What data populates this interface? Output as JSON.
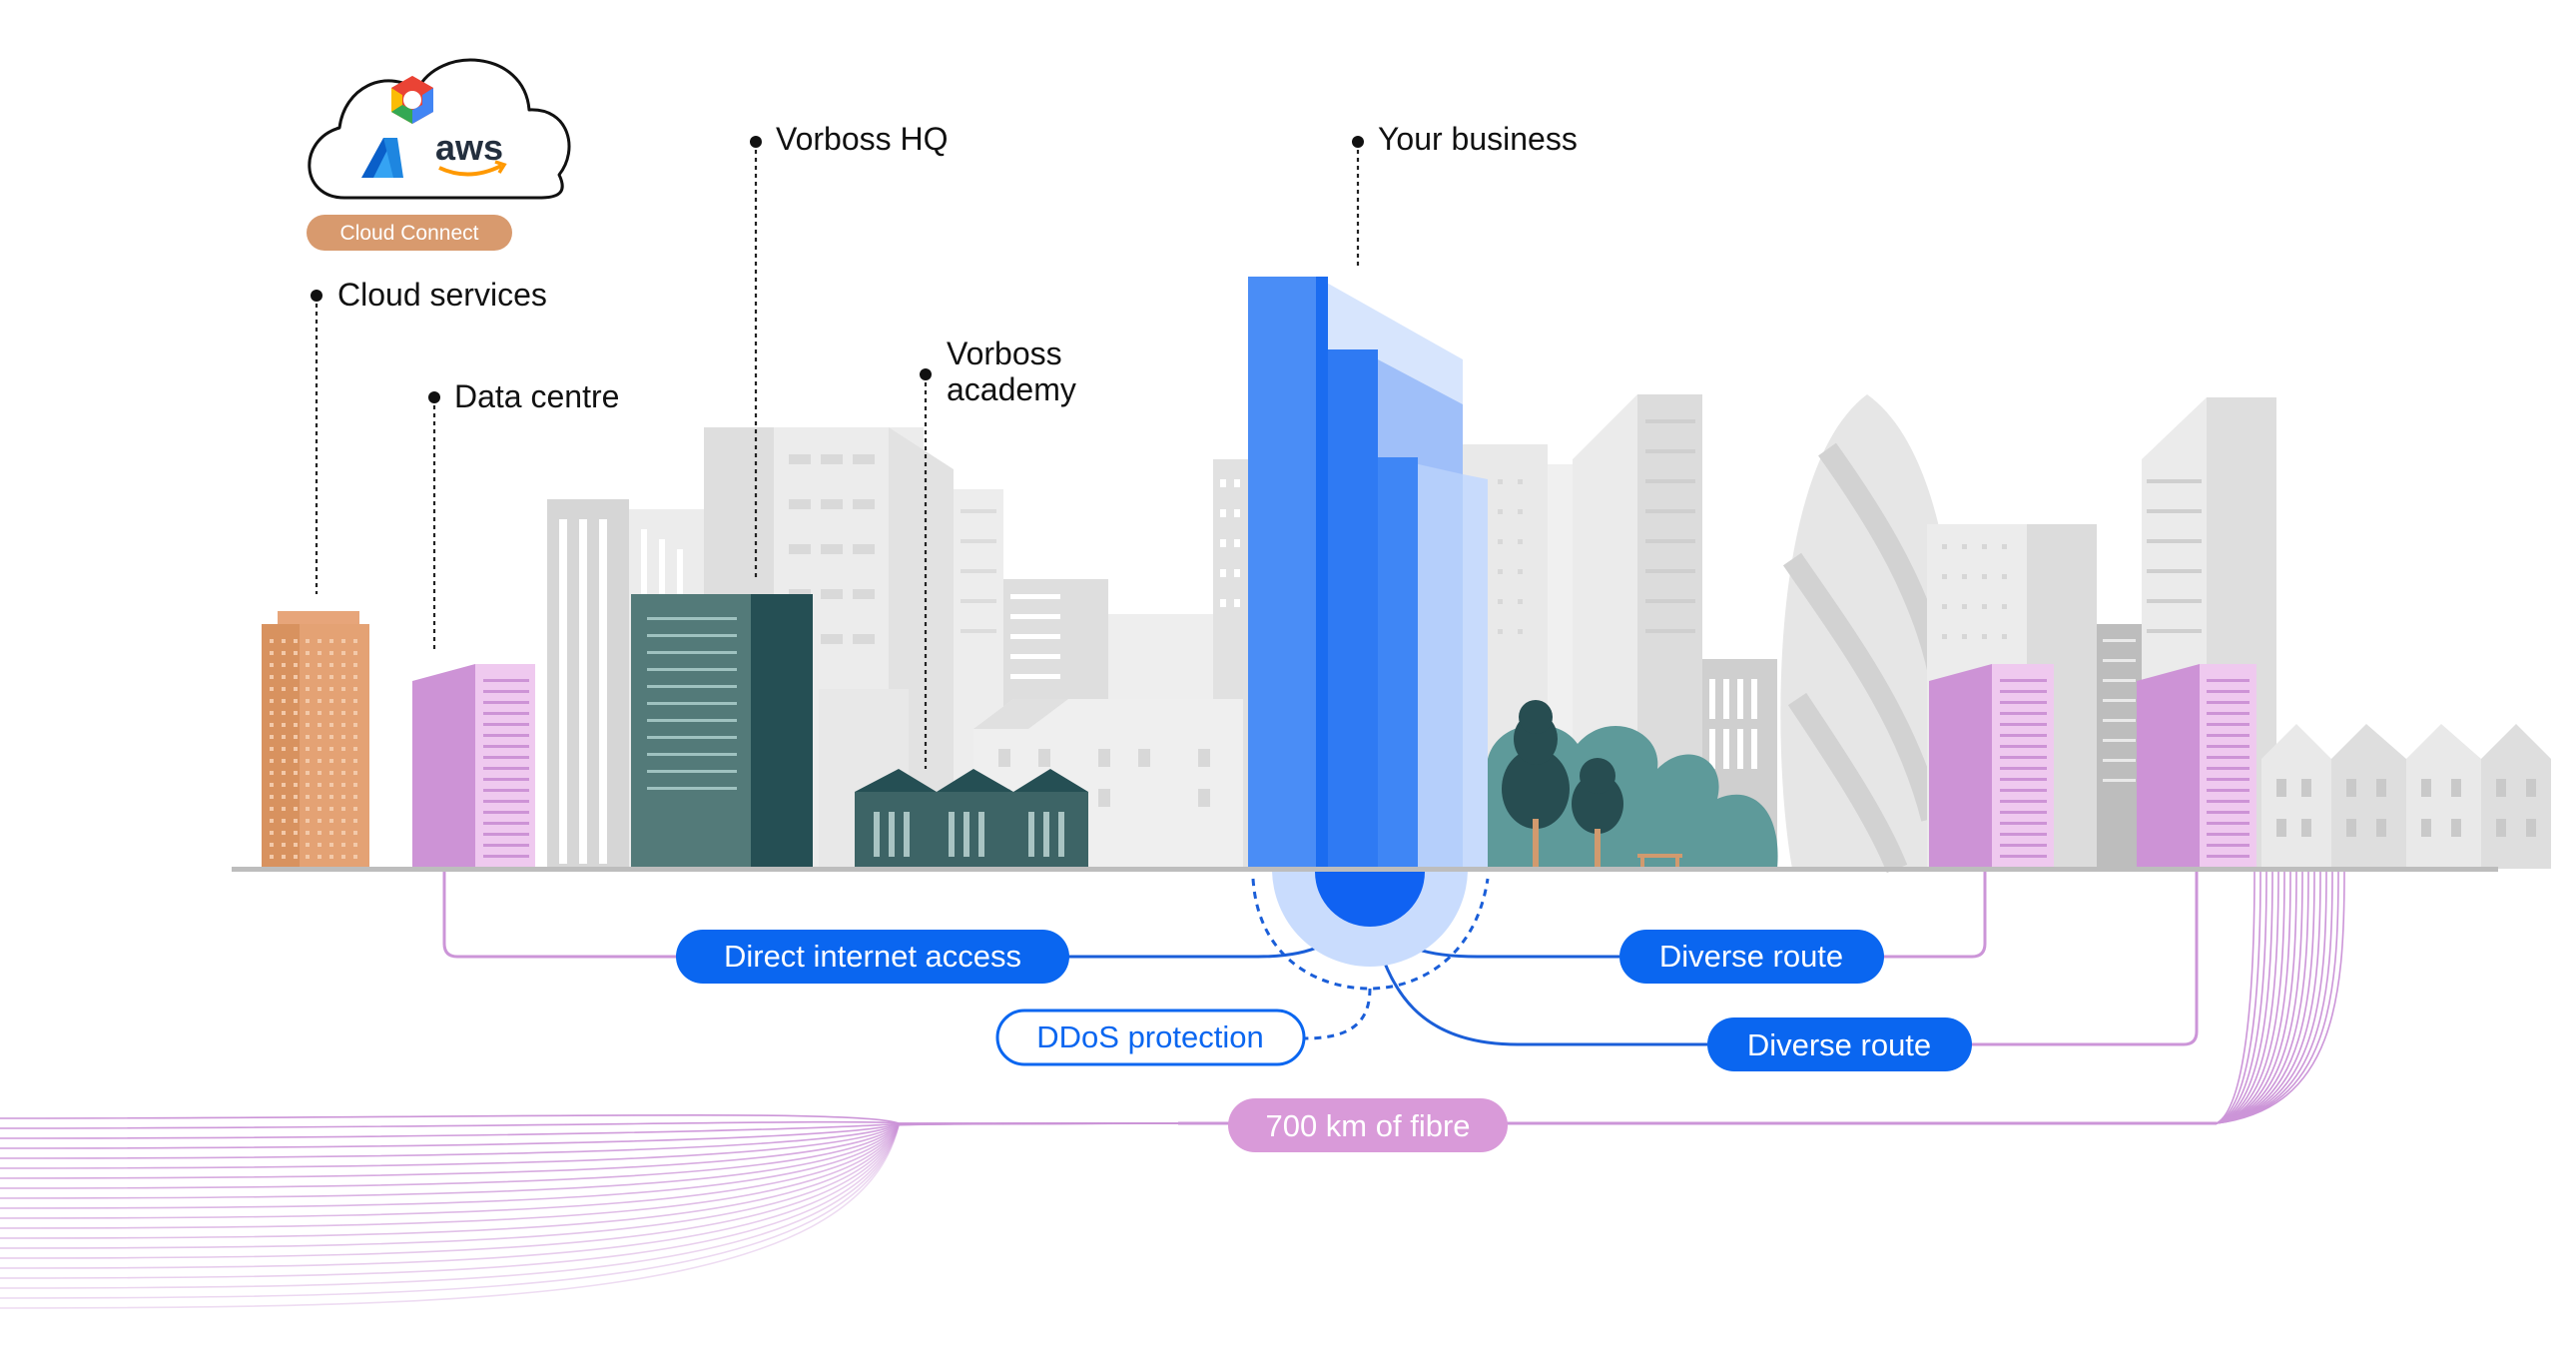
{
  "callouts": {
    "cloud_connect_badge": "Cloud Connect",
    "cloud_services": "Cloud services",
    "data_centre": "Data centre",
    "vorboss_hq": "Vorboss HQ",
    "vorboss_academy_line1": "Vorboss",
    "vorboss_academy_line2": "academy",
    "your_business": "Your business"
  },
  "routes": {
    "direct_internet_access": "Direct internet access",
    "ddos_protection": "DDoS protection",
    "diverse_route_1": "Diverse route",
    "diverse_route_2": "Diverse route",
    "fibre": "700 km of fibre"
  },
  "cloud_logos": {
    "aws_text": "aws",
    "icons": [
      "google-cloud-icon",
      "azure-icon",
      "aws-icon"
    ]
  },
  "colors": {
    "primary_blue": "#0a66f0",
    "light_blue": "#aac8fb",
    "pink_fibre": "#c98fd6",
    "orange": "#d89a6e",
    "teal_dark": "#254f54",
    "teal_mid": "#4f7a7b",
    "grey_building": "#e6e6e6",
    "text_dark": "#111111"
  }
}
